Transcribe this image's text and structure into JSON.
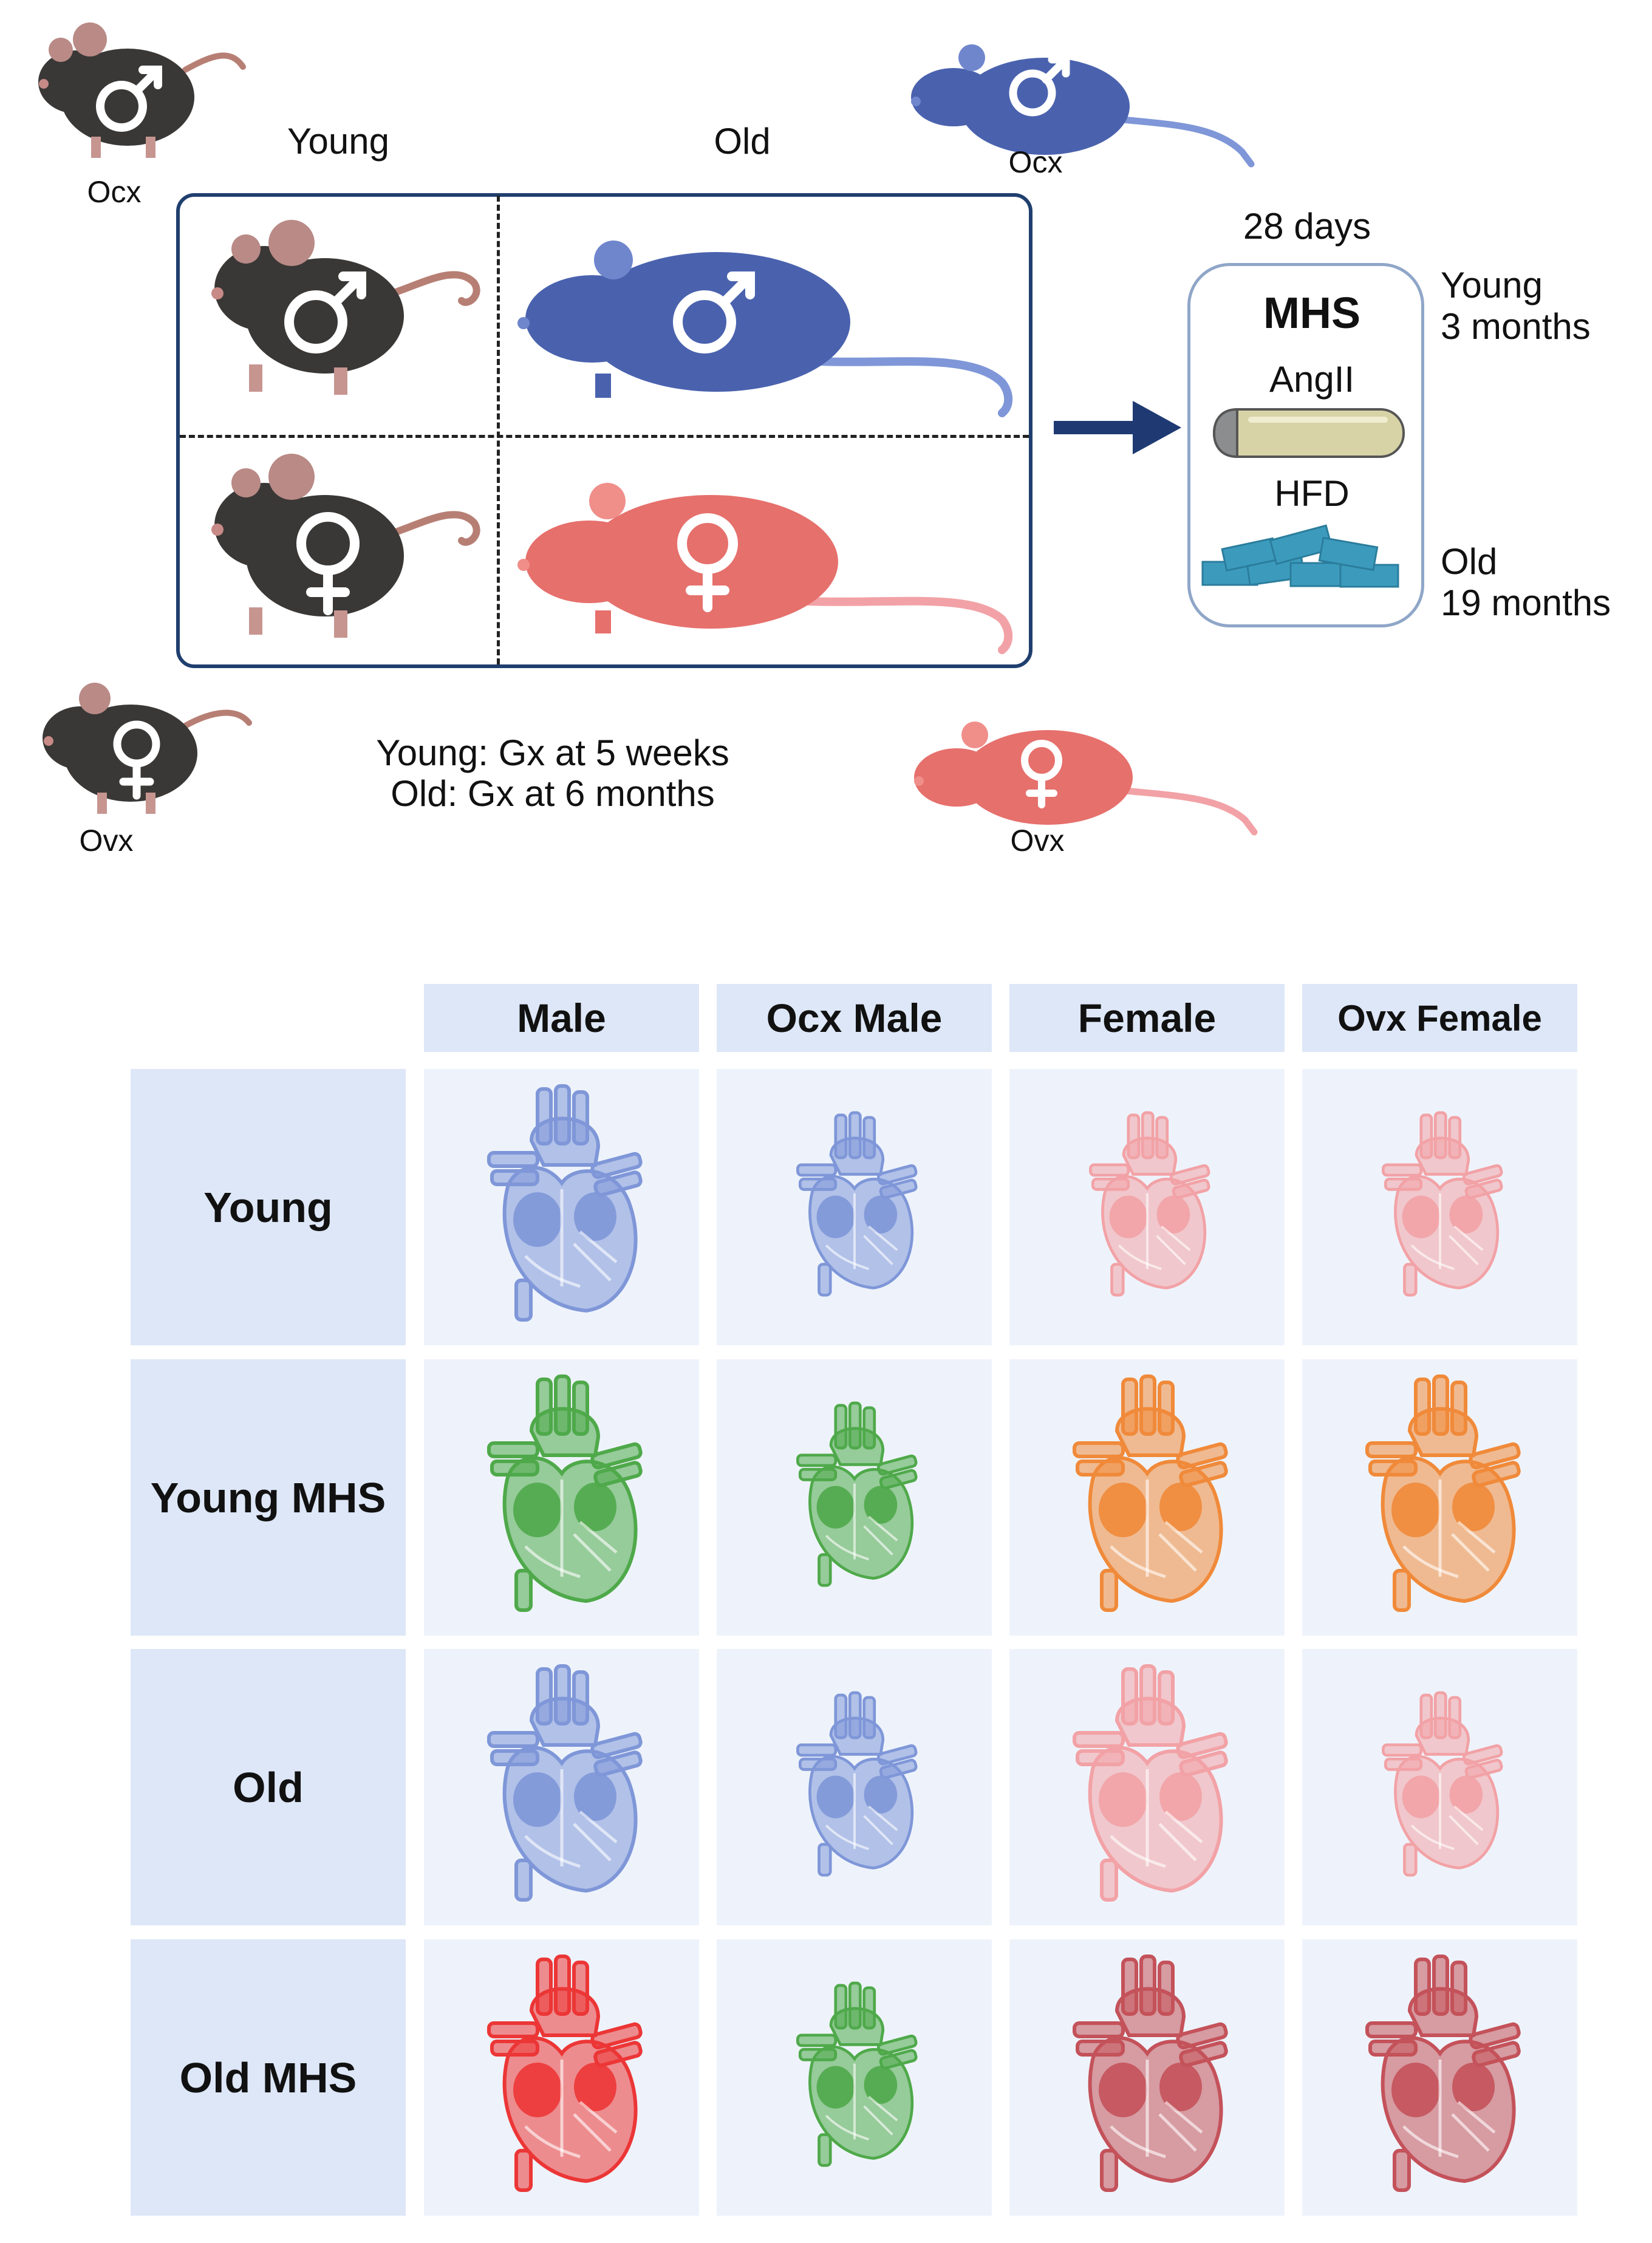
{
  "top": {
    "labels": {
      "young": "Young",
      "old": "Old",
      "ocx_left": "Ocx",
      "ocx_right": "Ocx",
      "ovx_left": "Ovx",
      "ovx_right": "Ovx",
      "days": "28 days",
      "mhs": "MHS",
      "angii": "AngII",
      "hfd": "HFD",
      "young_age": "Young",
      "young_months": "3 months",
      "old_age": "Old",
      "old_months": "19 months",
      "gx_young": "Young: Gx at 5 weeks",
      "gx_old": "Old: Gx at 6 months"
    },
    "colors": {
      "young_mouse": "#3a3836",
      "old_male_mouse": "#4a62ae",
      "old_female_mouse": "#e6706c",
      "box_border": "#1f3f6e",
      "arrow": "#1f3a72",
      "mhs_box_border": "#8fa6c8"
    }
  },
  "table": {
    "columns": [
      "Male",
      "Ocx Male",
      "Female",
      "Ovx Female"
    ],
    "rows": [
      "Young",
      "Young MHS",
      "Old",
      "Old MHS"
    ],
    "heart_colors": [
      [
        "#7f97d8",
        "#7f97d8",
        "#f2a2a6",
        "#f2a2a6"
      ],
      [
        "#4fa94a",
        "#4fa94a",
        "#f08a3a",
        "#f08a3a"
      ],
      [
        "#7f97d8",
        "#7f97d8",
        "#f2a2a6",
        "#f2a2a6"
      ],
      [
        "#ec3636",
        "#4fa94a",
        "#c4525a",
        "#c4525a"
      ]
    ],
    "heart_sizes": [
      [
        "large",
        "small",
        "small",
        "small"
      ],
      [
        "large",
        "small",
        "large",
        "large"
      ],
      [
        "large",
        "small",
        "large",
        "small"
      ],
      [
        "large",
        "small",
        "large",
        "large"
      ]
    ]
  }
}
